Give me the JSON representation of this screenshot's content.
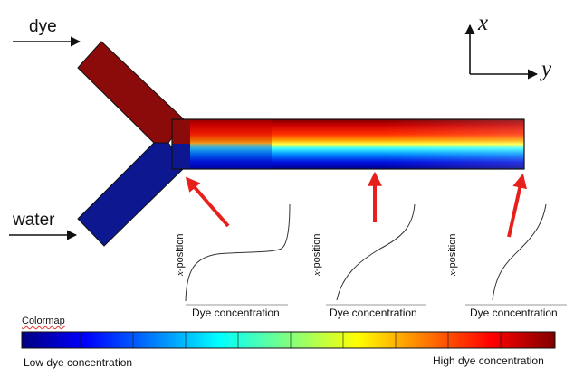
{
  "labels": {
    "dye": "dye",
    "water": "water",
    "x_axis": "x",
    "y_axis": "y",
    "profile_axis_prefix": "x",
    "profile_axis_suffix": "-position",
    "profile_xlabel": "Dye concentration",
    "colormap_title": "Colormap",
    "low": "Low dye concentration",
    "high": "High dye concentration"
  },
  "colors": {
    "dye_inlet": "#8b0b0b",
    "water_inlet": "#0d1890",
    "arrow": "#e8201c",
    "colormap": [
      "#000080",
      "#0000ff",
      "#0080ff",
      "#00ffff",
      "#80ff80",
      "#ffff00",
      "#ff8000",
      "#ff0000",
      "#800000"
    ]
  },
  "icons": [
    "right-arrow-icon",
    "coordinate-axes-icon",
    "pointer-arrow-icon"
  ]
}
